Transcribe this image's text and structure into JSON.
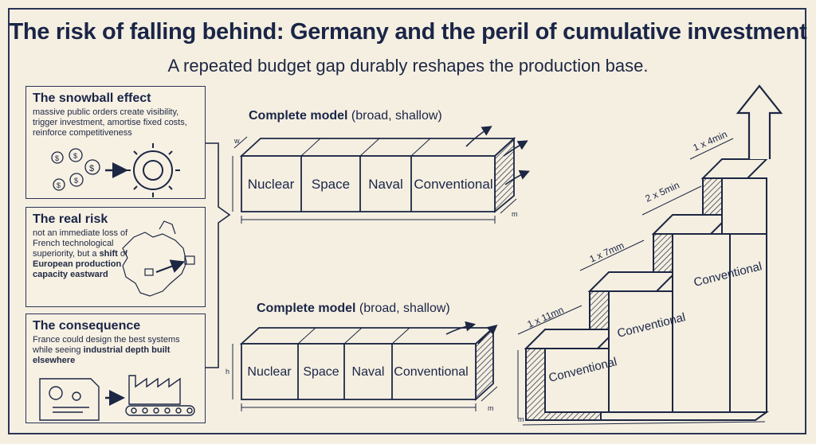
{
  "title": "The risk of falling behind: Germany and the peril of cumulative investment",
  "subtitle": "A repeated budget gap durably reshapes the production base.",
  "panels": {
    "snowball": {
      "heading": "The snowball effect",
      "text": "massive public orders create visibility, trigger investment, amortise fixed costs, reinforce competitiveness"
    },
    "risk": {
      "heading": "The real risk",
      "text_a": "not an immediate loss of French technological superiority, but a ",
      "text_b": "shift",
      "text_c": " of ",
      "text_d": "European production capacity eastward"
    },
    "consequence": {
      "heading": "The consequence",
      "text_a": "France could design the best systems while seeing ",
      "text_b": "industrial depth built elsewhere"
    }
  },
  "models": {
    "top": {
      "label_bold": "Complete model",
      "label_rest": " (broad, shallow)",
      "segments": [
        "Nuclear",
        "Space",
        "Naval",
        "Conventional"
      ],
      "dim_w": "w",
      "dim_m": "m"
    },
    "bottom": {
      "label_bold": "Complete model",
      "label_rest": " (broad, shallow)",
      "segments": [
        "Nuclear",
        "Space",
        "Naval",
        "Conventional"
      ],
      "dim_h": "h",
      "dim_m": "m"
    }
  },
  "staircase": {
    "steps": [
      {
        "label": "Conventional",
        "dim": "1 x 11mn"
      },
      {
        "label": "Conventional",
        "dim": "1 x 7mm"
      },
      {
        "label": "Conventional",
        "dim": "2 x 5min"
      },
      {
        "label": "",
        "dim": "1 x 4min"
      }
    ],
    "dim_m": "m"
  },
  "colors": {
    "ink": "#1d2744",
    "paper": "#f5efe1"
  }
}
